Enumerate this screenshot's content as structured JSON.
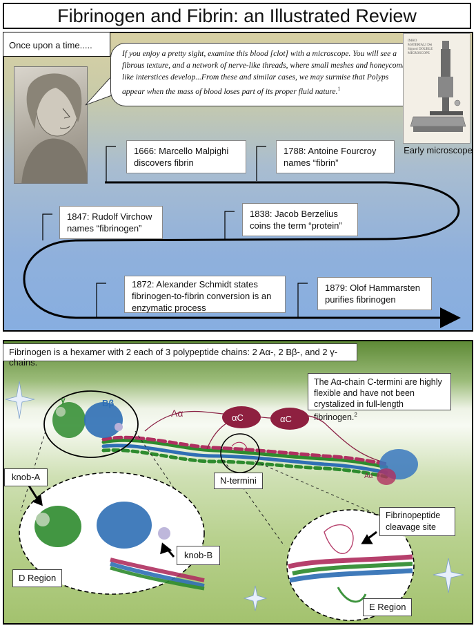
{
  "title": "Fibrinogen and Fibrin: an Illustrated Review",
  "panel1": {
    "tag": "Once upon a time.....",
    "quote": "If you enjoy a pretty sight, examine this blood [clot] with a microscope. You will see a fibrous texture, and a network of nerve-like threads, where small meshes and honeycomb-like interstices develop...From these and similar cases, we may surmise that Polyps appear when the mass of blood loses part of its proper fluid nature.",
    "quote_ref": "1",
    "microscope_caption": "Early microscope",
    "microscope_text": "IMHO MATERIALI Dei Signori DOUBLE MICROSCOPE",
    "timeline": [
      {
        "line1": "1666: Marcello Malpighi",
        "line2": "discovers fibrin"
      },
      {
        "line1": "1788: Antoine Fourcroy",
        "line2": "names “fibrin”"
      },
      {
        "line1": "1838: Jacob Berzelius",
        "line2": "coins the term “protein”"
      },
      {
        "line1": "1847: Rudolf Virchow",
        "line2": "names “fibrinogen”"
      },
      {
        "line1": "1872: Alexander Schmidt states",
        "line2": "fibrinogen-to-fibrin conversion is an",
        "line3": "enzymatic process"
      },
      {
        "line1": "1879: Olof Hammarsten",
        "line2": "purifies fibrinogen"
      }
    ]
  },
  "panel2": {
    "header": "Fibrinogen is a hexamer with 2 each of 3 polypeptide chains: 2 Aα-, 2 Bβ-, and 2 γ-chains.",
    "note": "The Aα-chain C-termini are highly flexible and have not been crystalized in full-length fibrinogen.",
    "note_ref": "2",
    "gamma": "γ",
    "bbeta": "Bβ",
    "aalpha": "Aα",
    "aalpha_small": "Aα",
    "ac1": "αC",
    "ac2": "αC",
    "n_termini": "N-termini",
    "knob_a": "knob-A",
    "knob_b": "knob-B",
    "d_region": "D Region",
    "e_region": "E Region",
    "cleavage": "Fibrinopeptide cleavage site",
    "colors": {
      "gamma": "#2e8b2e",
      "bbeta": "#2f6fb5",
      "aalpha": "#8b2346",
      "ac_oval": "#8e2040"
    }
  }
}
